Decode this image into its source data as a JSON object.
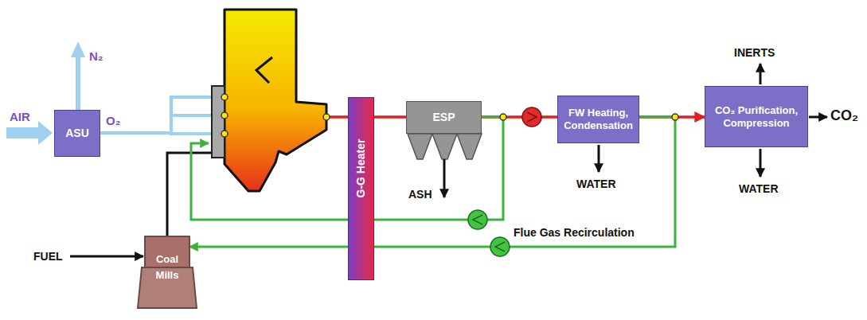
{
  "diagram": {
    "nodes": [
      {
        "text": [
          "ASU"
        ]
      },
      {
        "text": [
          "G-G Heater"
        ]
      },
      {
        "text": [
          "ESP"
        ]
      },
      {
        "text": [
          "FW Heating, Condensation"
        ]
      },
      {
        "text": [
          "CO₂ Purification, Compression"
        ]
      },
      {
        "text": [
          "Coal Mills"
        ]
      }
    ],
    "edges": [
      {
        "from": 1,
        "to": 2,
        "arrow": "none"
      },
      {
        "from": 2,
        "to": 3,
        "arrow": "none"
      },
      {
        "from": 3,
        "to": 4,
        "arrow": "to"
      },
      {
        "from": 2,
        "to": 1,
        "arrow": "none"
      },
      {
        "from": 3,
        "to": 1,
        "arrow": "none"
      },
      {
        "from": 1,
        "to": 5,
        "arrow": "to"
      }
    ],
    "labels": [
      "AIR",
      "N₂",
      "O₂",
      "FUEL",
      "ASH",
      "WATER",
      "INERTS",
      "WATER",
      "CO₂",
      "Flue Gas Recirculation"
    ]
  }
}
